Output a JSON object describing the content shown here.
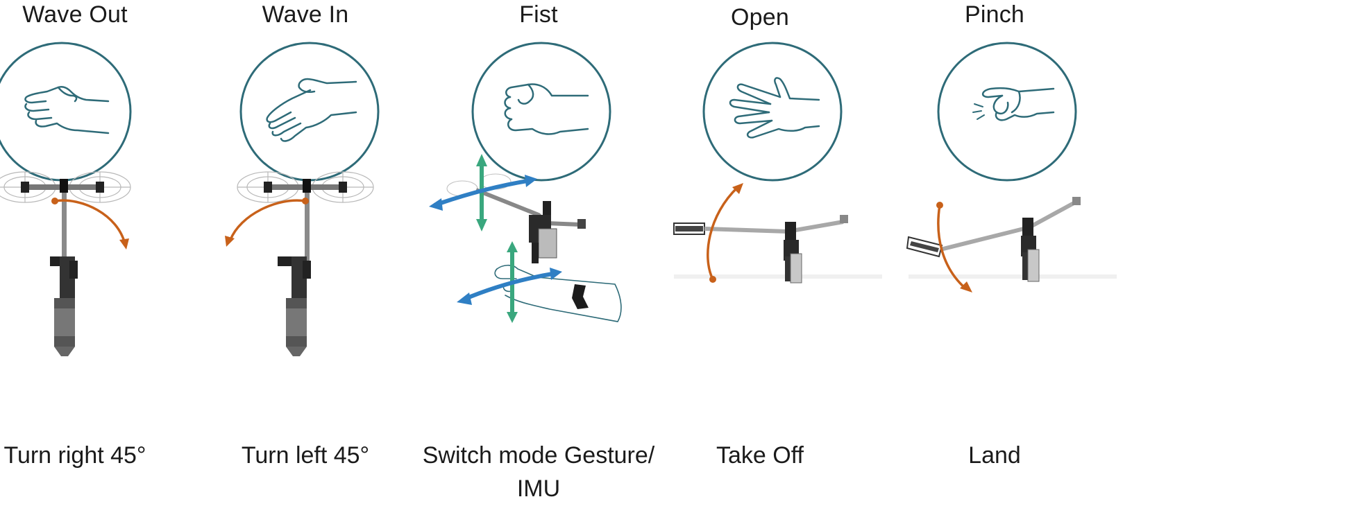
{
  "colors": {
    "circle": "#2e6b78",
    "arrow_orange": "#c8611a",
    "arrow_blue": "#2f7fc4",
    "arrow_green": "#3aa77e",
    "frame": "#3a3a3a"
  },
  "gestures": [
    {
      "title": "Wave Out",
      "icon": "wave-out-hand-icon",
      "action": "Turn right 45°"
    },
    {
      "title": "Wave In",
      "icon": "wave-in-hand-icon",
      "action": "Turn left 45°"
    },
    {
      "title": "Fist",
      "icon": "fist-hand-icon",
      "action_line1": "Switch mode Gesture/",
      "action_line2": "IMU"
    },
    {
      "title": "Open",
      "icon": "open-hand-icon",
      "action": "Take Off"
    },
    {
      "title": "Pinch",
      "icon": "pinch-hand-icon",
      "action": "Land"
    }
  ]
}
